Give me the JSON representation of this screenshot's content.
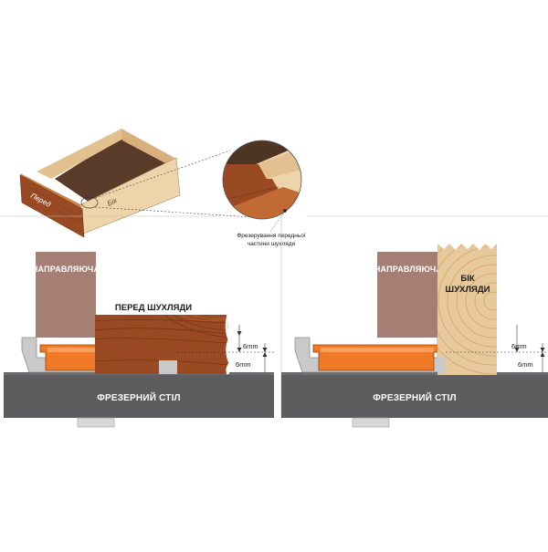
{
  "drawer": {
    "front_label": "Перед",
    "side_label": "Бік",
    "caption_line1": "Фрезерування передньої",
    "caption_line2": "частини шухляди"
  },
  "left_setup": {
    "fence_label": "НАПРАВЛЯЮЧА",
    "workpiece_label": "ПЕРЕД ШУХЛЯДИ",
    "table_label": "ФРЕЗЕРНИЙ СТІЛ",
    "dim_top": "6mm",
    "dim_bottom": "6mm"
  },
  "right_setup": {
    "fence_label": "НАПРАВЛЯЮЧА",
    "workpiece_label_line1": "БІК",
    "workpiece_label_line2": "ШУХЛЯДИ",
    "table_label": "ФРЕЗЕРНИЙ СТІЛ",
    "dim_top": "6mm",
    "dim_bottom": "6mm"
  },
  "colors": {
    "wood_light": "#e8c99b",
    "wood_dark_brown": "#9a4a22",
    "drawer_bottom": "#5a3a28",
    "fence": "#a57f74",
    "router_table": "#5d5d5f",
    "cutter_orange": "#f07a26",
    "insert_gray": "#c9c9c9"
  }
}
